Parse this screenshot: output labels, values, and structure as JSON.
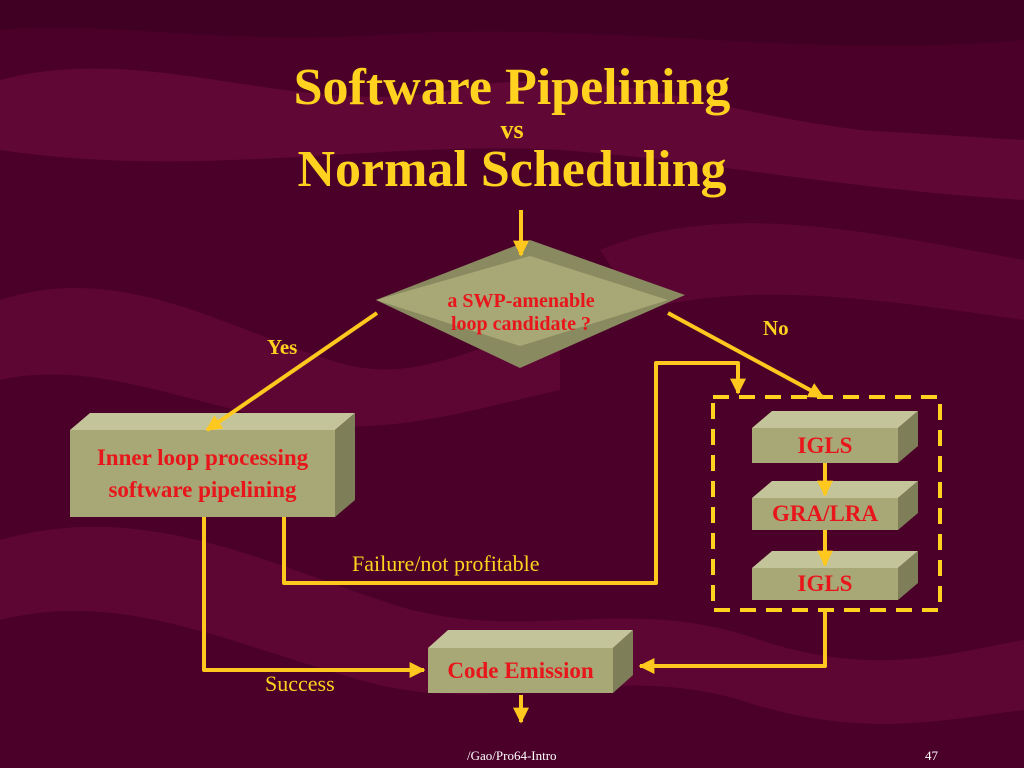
{
  "slide": {
    "title_line1": "Software Pipelining",
    "title_line2": "vs",
    "title_line3": "Normal Scheduling",
    "footer_left": "/Gao/Pro64-Intro",
    "footer_right": "47"
  },
  "diagram": {
    "decision": "a SWP-amenable loop candidate ?",
    "decision_line1": "a SWP-amenable",
    "decision_line2": "loop candidate ?",
    "swp_box_line1": "Inner loop processing",
    "swp_box_line2": "software pipelining",
    "igls_top": "IGLS",
    "gra_lra": "GRA/LRA",
    "igls_bottom": "IGLS",
    "code_emission": "Code Emission",
    "edge_yes": "Yes",
    "edge_no": "No",
    "edge_failure": "Failure/not profitable",
    "edge_success": "Success"
  },
  "colors": {
    "background": "#4a0028",
    "title": "#ffd21f",
    "box_face": "#a8a877",
    "box_text": "#e8151a",
    "arrow": "#ffc81e",
    "dashed_group": "#ffd21f",
    "footer": "#ffffff"
  }
}
